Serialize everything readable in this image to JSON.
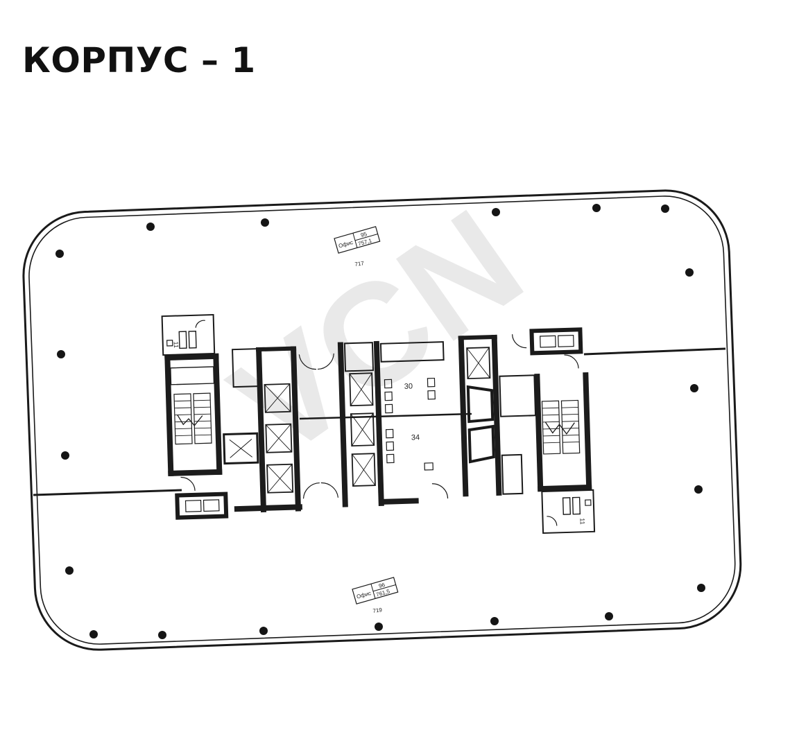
{
  "title": "КОРПУС – 1",
  "watermark": "VCN",
  "units": [
    {
      "name": "Офис",
      "number": "95",
      "area": "757,1",
      "ref": "717"
    },
    {
      "name": "Офис",
      "number": "96",
      "area": "761,5",
      "ref": "719"
    }
  ],
  "core_labels": {
    "wc_left": "11",
    "wc_right": "11",
    "room_a": "30",
    "room_b": "34"
  }
}
